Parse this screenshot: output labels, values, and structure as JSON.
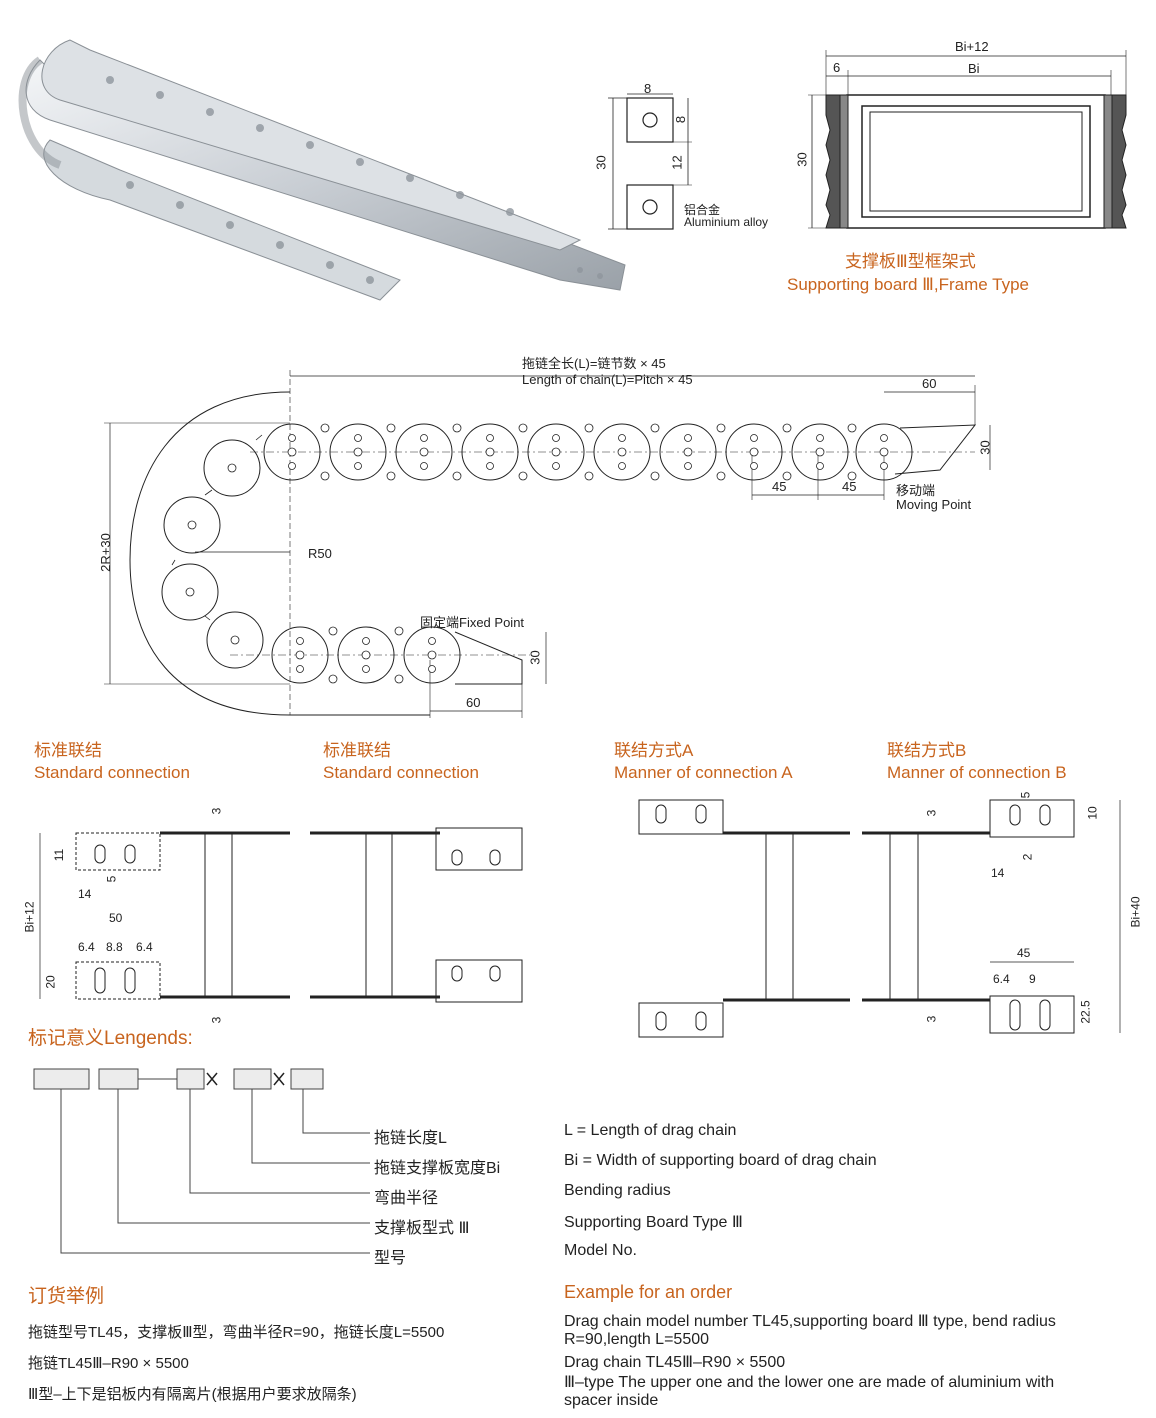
{
  "top": {
    "profile": {
      "dim_8_top": "8",
      "dim_8_right": "8",
      "dim_12": "12",
      "dim_30": "30",
      "material_cn": "铝合金",
      "material_en": "Aluminium alloy"
    },
    "frame": {
      "dim_bi12": "Bi+12",
      "dim_6": "6",
      "dim_bi": "Bi",
      "dim_30": "30",
      "title_cn": "支撑板Ⅲ型框架式",
      "title_en": "Supporting board Ⅲ,Frame Type"
    }
  },
  "chain": {
    "length_cn": "拖链全长(L)=链节数 × 45",
    "length_en": "Length of chain(L)=Pitch × 45",
    "dim_60_top": "60",
    "dim_30_right": "30",
    "dim_45_a": "45",
    "dim_45_b": "45",
    "moving_cn": "移动端",
    "moving_en": "Moving Point",
    "dim_2r30": "2R+30",
    "radius": "R50",
    "fixed": "固定端Fixed Point",
    "dim_30_bottom": "30",
    "dim_60_bottom": "60"
  },
  "connections": {
    "std1_cn": "标准联结",
    "std1_en": "Standard connection",
    "std2_cn": "标准联结",
    "std2_en": "Standard connection",
    "a_cn": "联结方式A",
    "a_en": "Manner of connection A",
    "b_cn": "联结方式B",
    "b_en": "Manner of connection B",
    "d_3_top": "3",
    "d_3_bottom": "3",
    "d_11": "11",
    "d_5": "5",
    "d_14": "14",
    "d_bi12": "Bi+12",
    "d_50": "50",
    "d_6_4_a": "6.4",
    "d_8_8": "8.8",
    "d_6_4_b": "6.4",
    "d_20": "20",
    "db_3_top": "3",
    "db_3_bottom": "3",
    "db_5": "5",
    "db_10": "10",
    "db_2": "2",
    "db_14": "14",
    "db_bi40": "Bi+40",
    "db_45": "45",
    "db_6_4": "6.4",
    "db_9": "9",
    "db_22_5": "22.5"
  },
  "legend": {
    "title": "标记意义Lengends:",
    "items": [
      {
        "cn": "拖链长度L",
        "en": "L = Length of drag chain"
      },
      {
        "cn": "拖链支撑板宽度Bi",
        "en": "Bi = Width of supporting board of drag chain"
      },
      {
        "cn": "弯曲半径",
        "en": "Bending radius"
      },
      {
        "cn": "支撑板型式 Ⅲ",
        "en": "Supporting Board Type  Ⅲ"
      },
      {
        "cn": "型号",
        "en": "Model No."
      }
    ]
  },
  "order": {
    "title_cn": "订货举例",
    "title_en": "Example for an order",
    "cn_lines": [
      "拖链型号TL45，支撑板Ⅲ型，弯曲半径R=90，拖链长度L=5500",
      "拖链TL45Ⅲ–R90 × 5500",
      "Ⅲ型–上下是铝板内有隔离片(根据用户要求放隔条)"
    ],
    "en_lines": [
      "Drag chain model number TL45,supporting board Ⅲ  type, bend radius",
      "R=90,length L=5500",
      "Drag chain TL45Ⅲ–R90 × 5500",
      "Ⅲ–type The upper one and the lower one are made of aluminium with",
      "spacer inside"
    ]
  }
}
